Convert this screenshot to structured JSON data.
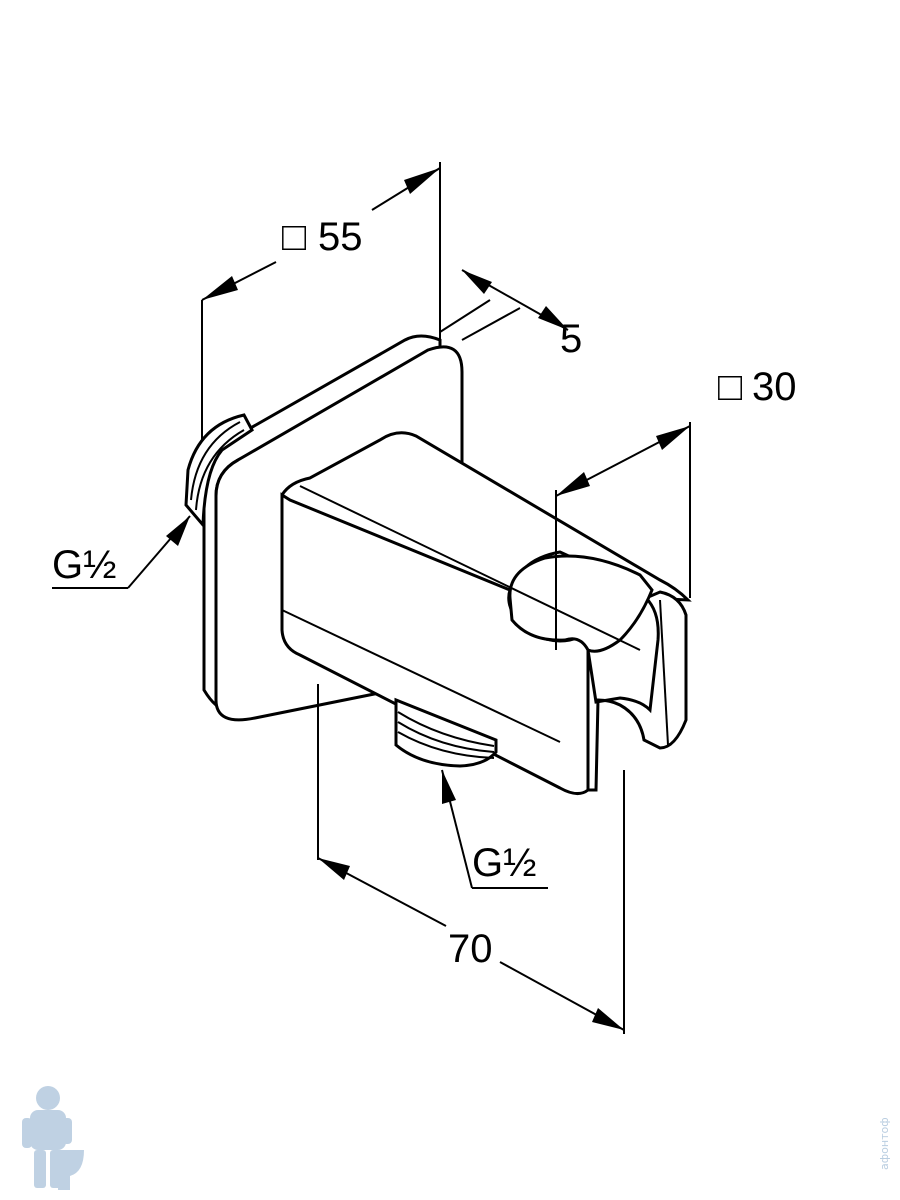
{
  "drawing": {
    "dimensions": {
      "plate_size": "55",
      "plate_thickness": "5",
      "holder_size": "30",
      "depth": "70",
      "side_thread": "G½",
      "bottom_thread": "G½"
    },
    "square_symbol": "□",
    "watermark": {
      "logo": "plumber-mascot-logo",
      "side_text": "афонтоф"
    }
  }
}
